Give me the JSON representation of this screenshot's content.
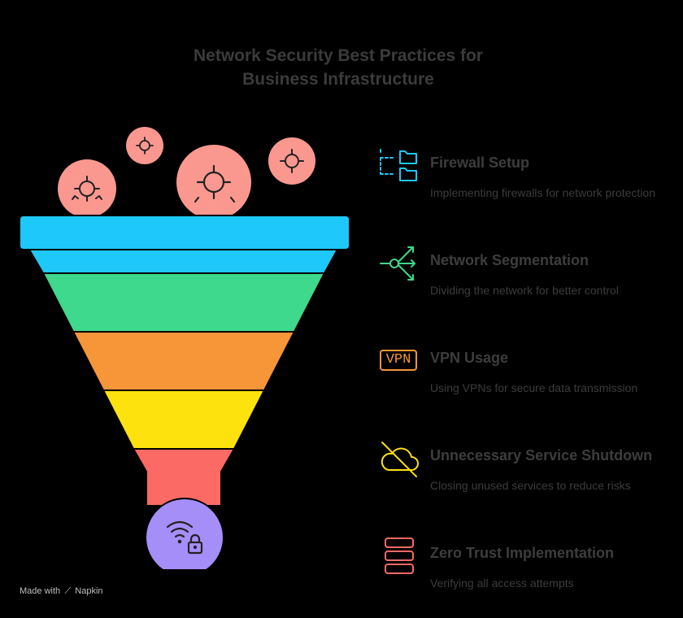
{
  "title": {
    "line1": "Network Security Best Practices for",
    "line2": "Business Infrastructure"
  },
  "colors": {
    "background": "#000000",
    "layer1": "#1ec8fa",
    "layer2": "#3ed98c",
    "layer3": "#f79539",
    "layer4": "#fde20e",
    "layer5": "#fb6a64",
    "bubbles": "#fa9890",
    "base_circle": "#a68ef8"
  },
  "items": [
    {
      "title": "Firewall Setup",
      "description": "Implementing firewalls for network protection",
      "icon": "folder-tree-icon",
      "color": "#1ec8fa"
    },
    {
      "title": "Network Segmentation",
      "description": "Dividing the network for better control",
      "icon": "branch-split-icon",
      "color": "#3ed98c"
    },
    {
      "title": "VPN Usage",
      "description": "Using VPNs for secure data transmission",
      "icon": "vpn-icon",
      "icon_text": "VPN",
      "color": "#f79539"
    },
    {
      "title": "Unnecessary Service Shutdown",
      "description": "Closing unused services to reduce risks",
      "icon": "cloud-off-icon",
      "color": "#fde20e"
    },
    {
      "title": "Zero Trust Implementation",
      "description": "Verifying all access attempts",
      "icon": "server-stack-icon",
      "color": "#fb6a64"
    }
  ],
  "footer": {
    "made_with": "Made with",
    "brand": "Napkin"
  }
}
